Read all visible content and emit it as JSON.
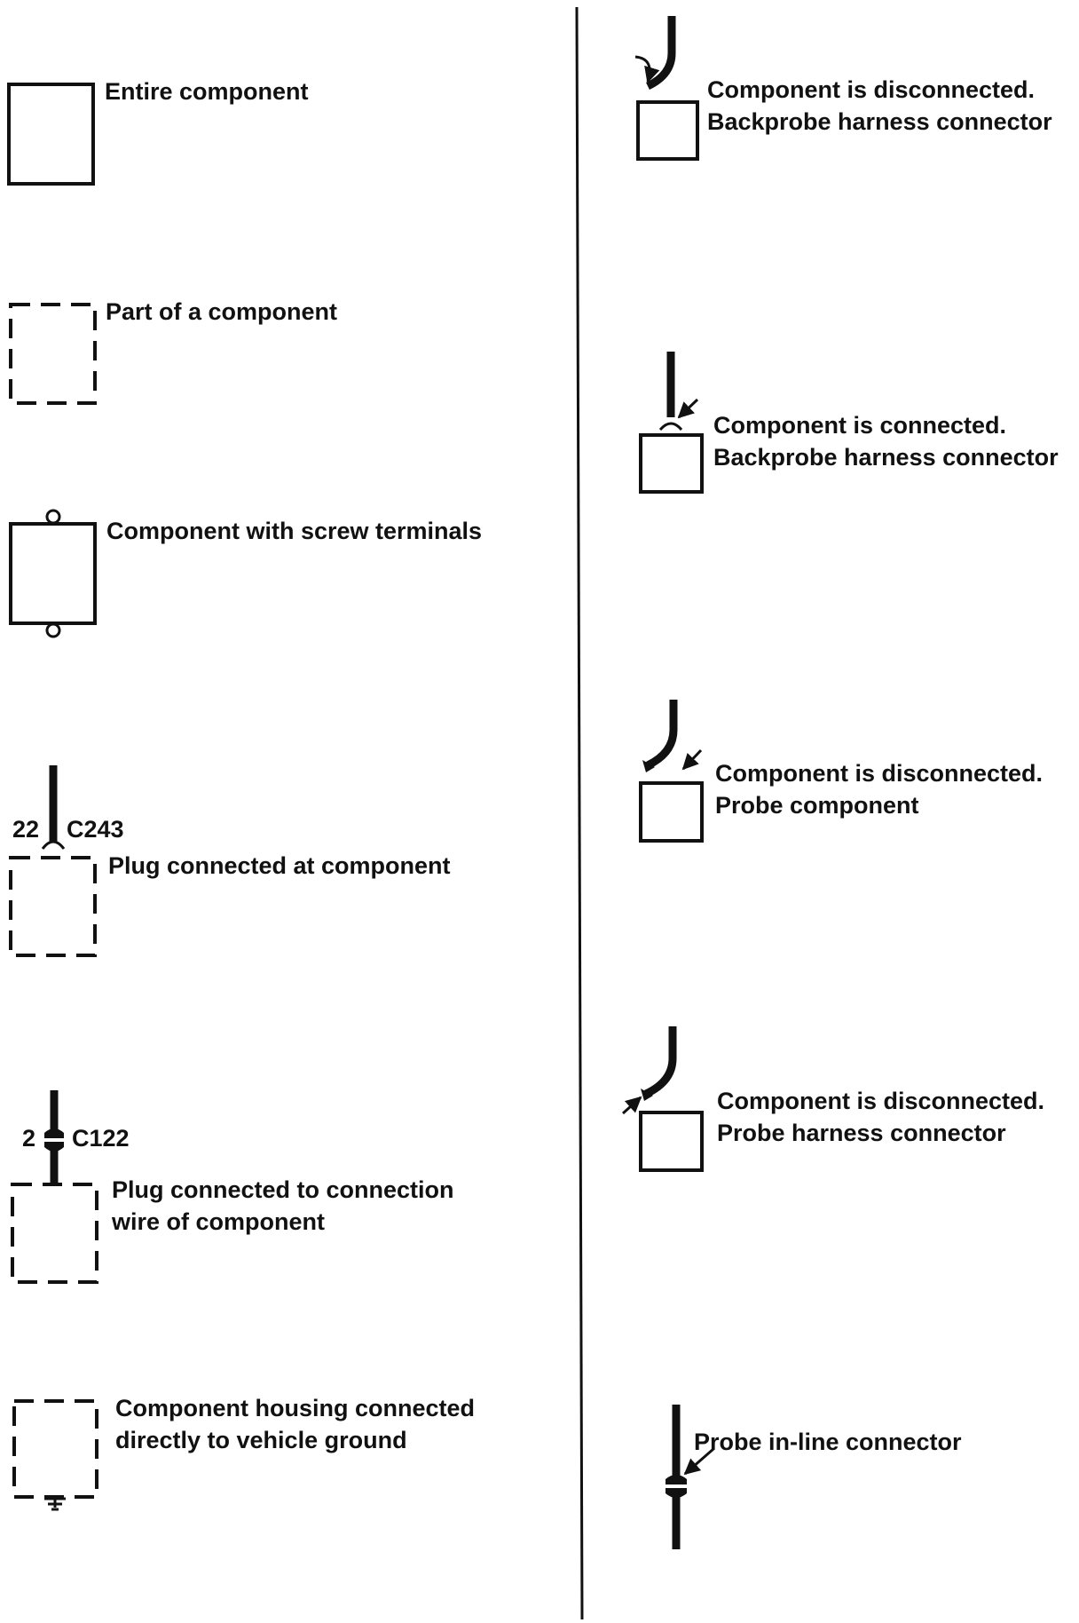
{
  "left_column": {
    "entire_component": "Entire component",
    "part_of_component": "Part of a component",
    "screw_terminals": "Component with screw terminals",
    "plug_at_component": {
      "pin": "22",
      "connector": "C243",
      "label": "Plug connected at component"
    },
    "plug_at_wire": {
      "pin": "2",
      "connector": "C122",
      "label_line1": "Plug connected to connection",
      "label_line2": "wire of component"
    },
    "housing_ground": {
      "label_line1": "Component housing connected",
      "label_line2": "directly to vehicle ground"
    }
  },
  "right_column": {
    "disconnected_backprobe": {
      "line1": "Component is disconnected.",
      "line2": "Backprobe harness connector"
    },
    "connected_backprobe": {
      "line1": "Component is connected.",
      "line2": "Backprobe harness connector"
    },
    "disconnected_probe_component": {
      "line1": "Component is disconnected.",
      "line2": "Probe component"
    },
    "disconnected_probe_harness": {
      "line1": "Component is disconnected.",
      "line2": "Probe harness connector"
    },
    "probe_inline": "Probe in-line connector"
  }
}
